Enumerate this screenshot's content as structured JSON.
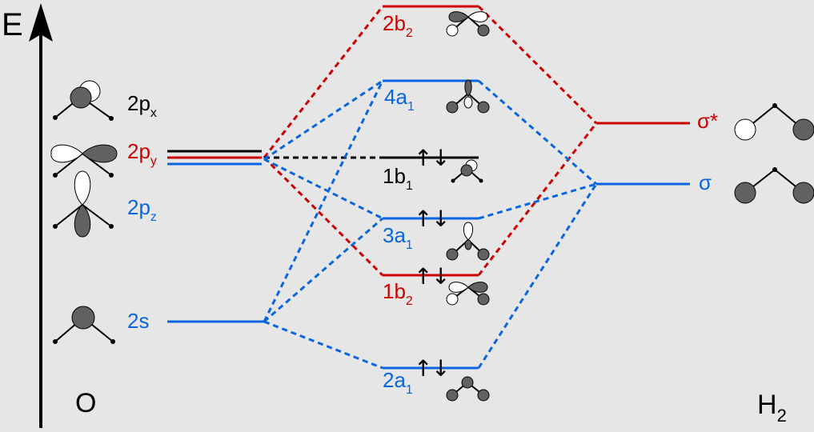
{
  "axis": {
    "label": "E"
  },
  "colors": {
    "black": "#000000",
    "red": "#cc0000",
    "blue": "#0a66e0",
    "background": "#e6e6e6",
    "orbital_dark": "#616161",
    "orbital_light": "#ffffff"
  },
  "oxygen": {
    "title": "O",
    "orbitals": [
      {
        "main": "2p",
        "sub": "x",
        "color": "black"
      },
      {
        "main": "2p",
        "sub": "y",
        "color": "red"
      },
      {
        "main": "2p",
        "sub": "z",
        "color": "blue"
      },
      {
        "main": "2s",
        "sub": "",
        "color": "blue"
      }
    ]
  },
  "hydrogen": {
    "title_main": "H",
    "title_sub": "2",
    "orbitals": [
      {
        "main": "σ*",
        "color": "red"
      },
      {
        "main": "σ",
        "color": "blue"
      }
    ]
  },
  "molecule": {
    "orbitals": [
      {
        "main": "2b",
        "sub": "2",
        "color": "red",
        "electrons": 0
      },
      {
        "main": "4a",
        "sub": "1",
        "color": "blue",
        "electrons": 0
      },
      {
        "main": "1b",
        "sub": "1",
        "color": "black",
        "electrons": 2
      },
      {
        "main": "3a",
        "sub": "1",
        "color": "blue",
        "electrons": 2
      },
      {
        "main": "1b",
        "sub": "2",
        "color": "red",
        "electrons": 2
      },
      {
        "main": "2a",
        "sub": "1",
        "color": "blue",
        "electrons": 2
      }
    ]
  },
  "electron_arrows": {
    "up": "↑",
    "down": "↓"
  }
}
